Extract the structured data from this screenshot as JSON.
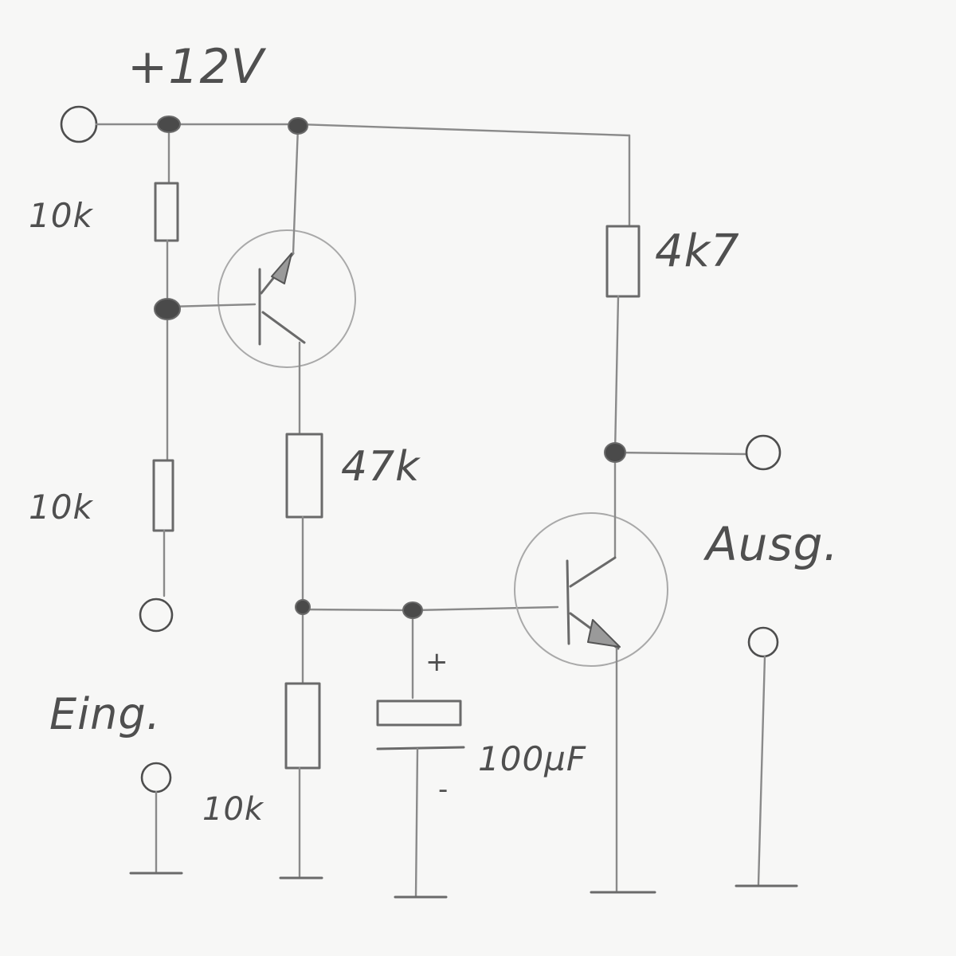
{
  "labels": {
    "supply": "+12V",
    "r1": "10k",
    "r2": "10k",
    "r3": "47k",
    "r4": "10k",
    "rc": "4k7",
    "cap": "100µF",
    "cap_plus": "+",
    "cap_minus": "-",
    "input": "Eing.",
    "output": "Ausg."
  },
  "colors": {
    "paper": "#f7f7f6",
    "pencil": "#8a8a8a",
    "pencil_dark": "#4e4e4e"
  }
}
